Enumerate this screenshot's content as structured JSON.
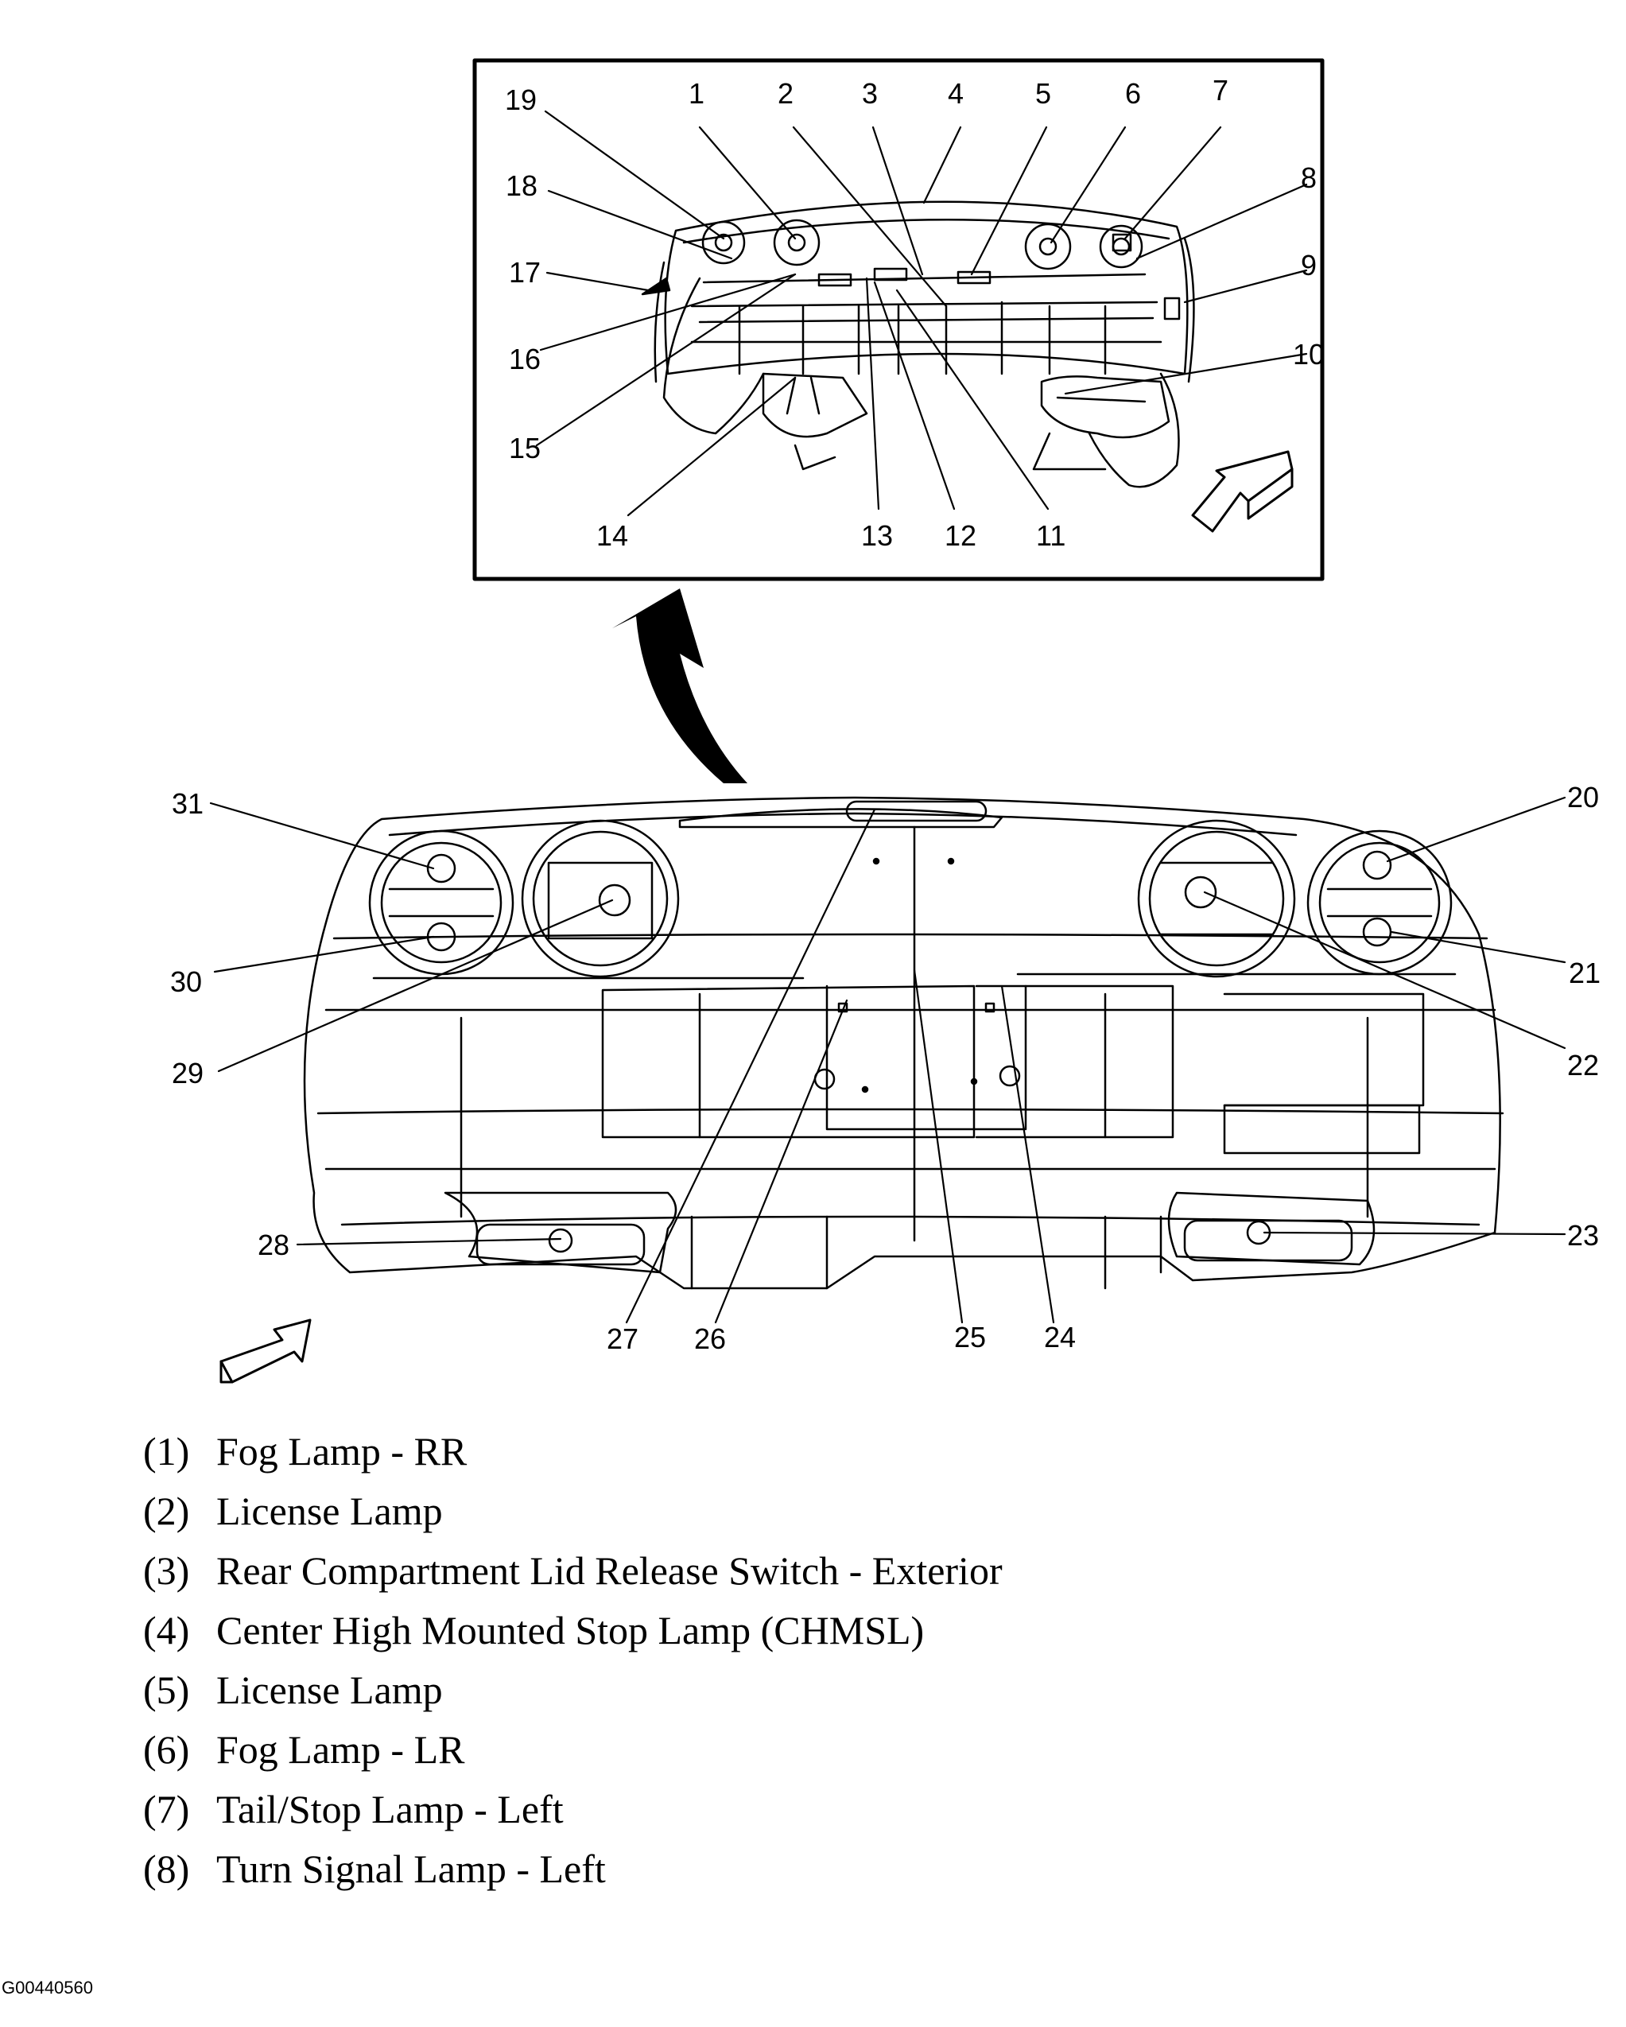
{
  "figure_id": "G00440560",
  "legend": [
    {
      "num": "(1)",
      "text": "Fog Lamp - RR"
    },
    {
      "num": "(2)",
      "text": "License Lamp"
    },
    {
      "num": "(3)",
      "text": "Rear Compartment Lid Release Switch - Exterior"
    },
    {
      "num": "(4)",
      "text": "Center High Mounted Stop Lamp (CHMSL)"
    },
    {
      "num": "(5)",
      "text": "License Lamp"
    },
    {
      "num": "(6)",
      "text": "Fog Lamp - LR"
    },
    {
      "num": "(7)",
      "text": "Tail/Stop Lamp - Left"
    },
    {
      "num": "(8)",
      "text": "Turn Signal Lamp - Left"
    }
  ],
  "callouts": [
    "1",
    "2",
    "3",
    "4",
    "5",
    "6",
    "7",
    "8",
    "9",
    "10",
    "11",
    "12",
    "13",
    "14",
    "15",
    "16",
    "17",
    "18",
    "19",
    "20",
    "21",
    "22",
    "23",
    "24",
    "25",
    "26",
    "27",
    "28",
    "29",
    "30",
    "31"
  ]
}
